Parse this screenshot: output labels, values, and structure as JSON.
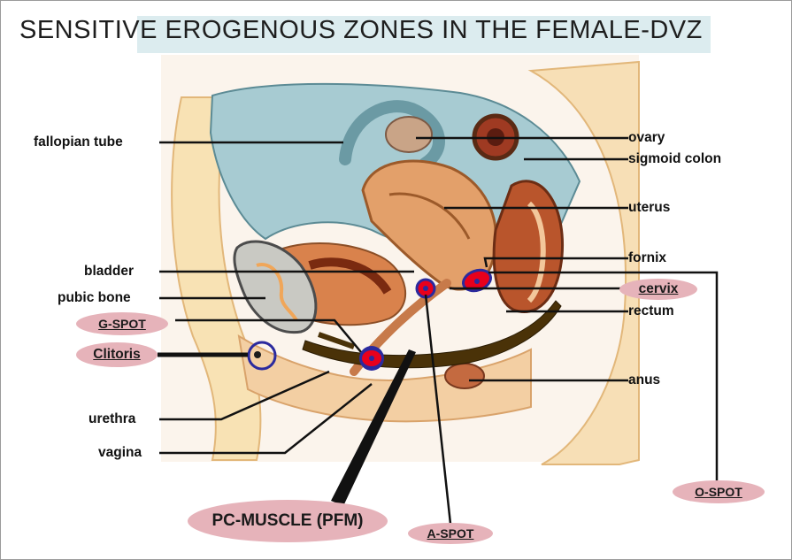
{
  "title": "SENSITIVE EROGENOUS ZONES IN THE FEMALE-DVZ",
  "labels_left": {
    "fallopian_tube": "fallopian tube",
    "bladder": "bladder",
    "pubic_bone": "pubic bone",
    "urethra": "urethra",
    "vagina": "vagina"
  },
  "labels_right": {
    "ovary": "ovary",
    "sigmoid_colon": "sigmoid colon",
    "uterus": "uterus",
    "fornix": "fornix",
    "rectum": "rectum",
    "anus": "anus"
  },
  "zones": {
    "g_spot": "G-SPOT",
    "clitoris": "Clitoris",
    "cervix": "cervix",
    "o_spot": "O-SPOT",
    "a_spot": "A-SPOT",
    "pc_muscle": "PC-MUSCLE (PFM)"
  },
  "colors": {
    "pill": "#e6b3ba",
    "hotspot": "#e8001c",
    "ring": "#2b2a9e",
    "pc_muscle": "#4a3208"
  }
}
